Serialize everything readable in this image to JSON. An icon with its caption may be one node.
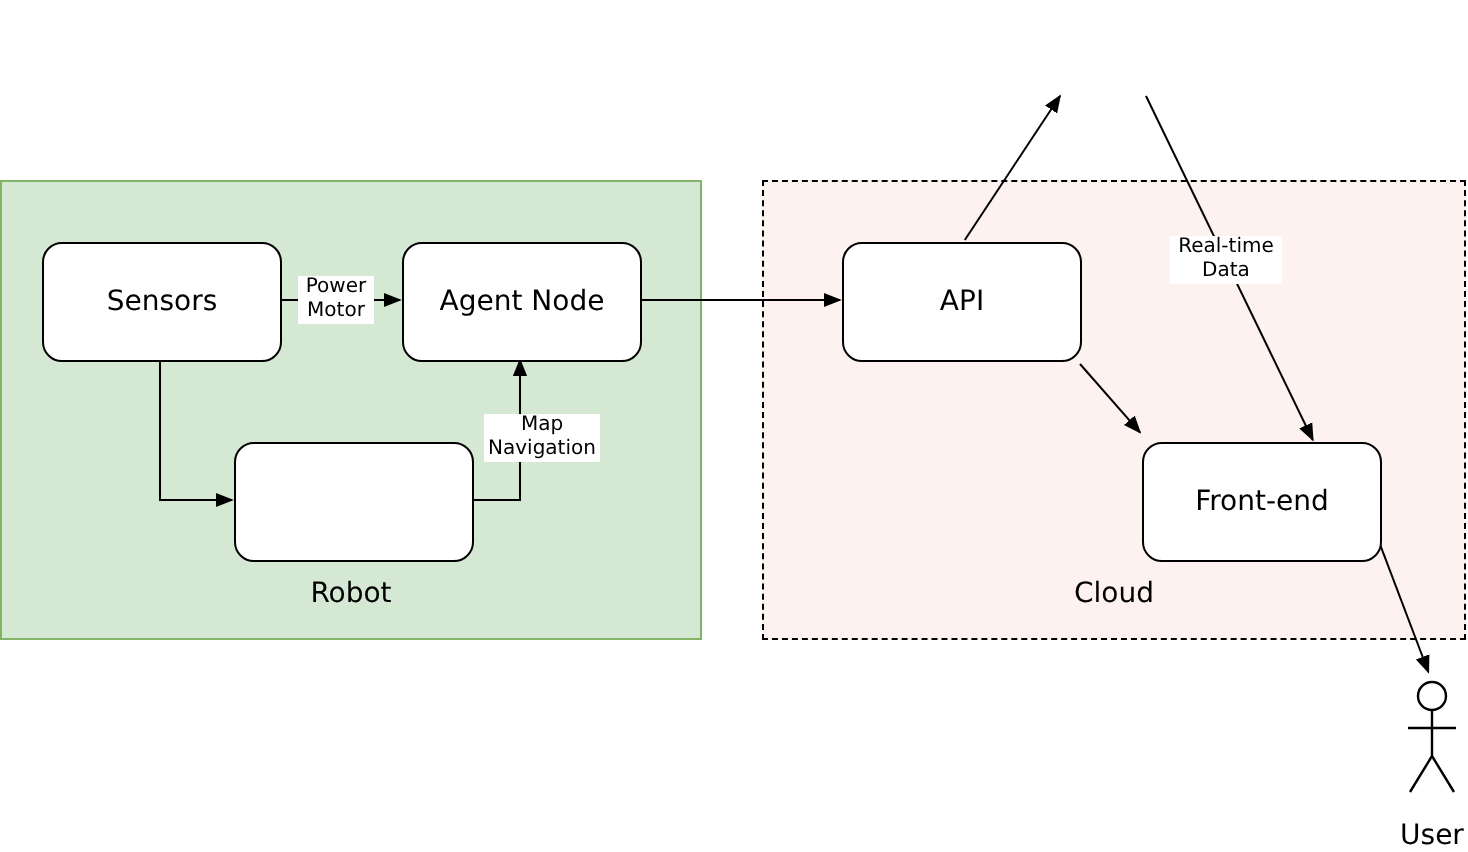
{
  "diagram": {
    "nodes": [
      {
        "text": [
          "Robot"
        ]
      },
      {
        "text": [
          "Sensors"
        ],
        "in": 0
      },
      {
        "text": [
          "Agent Node"
        ],
        "in": 0
      },
      {
        "text": [],
        "shape": "box",
        "in": 0
      },
      {
        "text": [
          "Cloud"
        ]
      },
      {
        "text": [
          "API"
        ],
        "in": 4
      },
      {
        "text": [
          "Front-end"
        ],
        "in": 4
      },
      {
        "text": [
          "User"
        ]
      }
    ],
    "edges": [
      {
        "from": 1,
        "to": 2,
        "arrow": "to",
        "label": "Power Motor"
      },
      {
        "from": 1,
        "to": 3,
        "arrow": "to"
      },
      {
        "from": 3,
        "to": 2,
        "arrow": "to",
        "label": "Map Navigation"
      },
      {
        "from": 2,
        "to": 5,
        "arrow": "to"
      },
      {
        "from": 5,
        "to": null,
        "arrow": "to"
      },
      {
        "from": null,
        "to": 6,
        "arrow": "to",
        "label": "Real-time Data"
      },
      {
        "from": 5,
        "to": 6,
        "arrow": "to"
      },
      {
        "from": 6,
        "to": 7,
        "arrow": "to"
      }
    ]
  }
}
